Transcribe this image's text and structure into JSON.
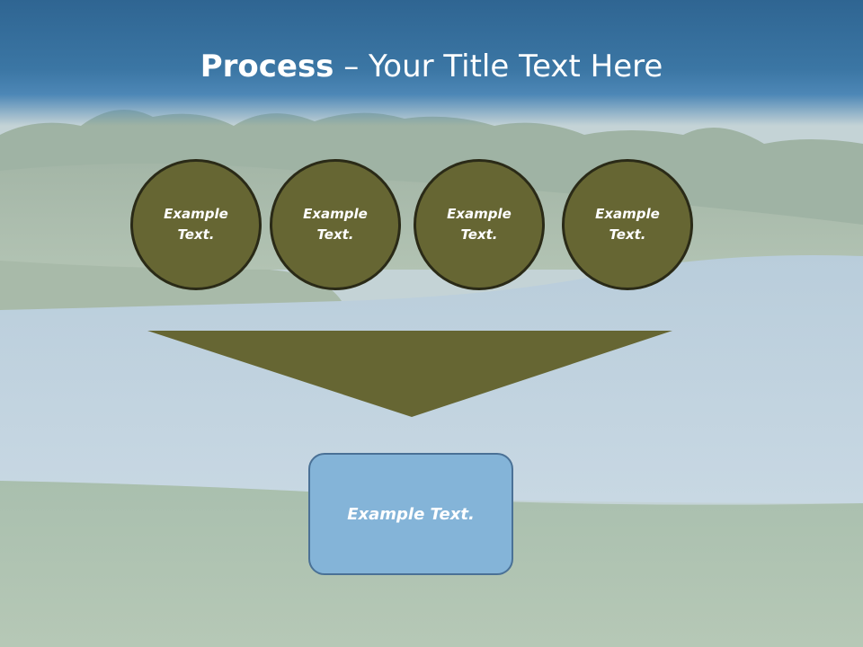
{
  "title": {
    "bold": "Process",
    "rest": " – Your Title Text Here"
  },
  "circles": [
    {
      "text": "Example Text."
    },
    {
      "text": "Example Text."
    },
    {
      "text": "Example Text."
    },
    {
      "text": "Example Text."
    }
  ],
  "result_box": {
    "text": "Example Text."
  },
  "colors": {
    "title_band": "#3b76a4",
    "circle_fill": "#666633",
    "circle_border": "#2a2a17",
    "funnel_fill": "#666633",
    "box_fill": "#84b4d8",
    "box_border": "#4a7196"
  }
}
